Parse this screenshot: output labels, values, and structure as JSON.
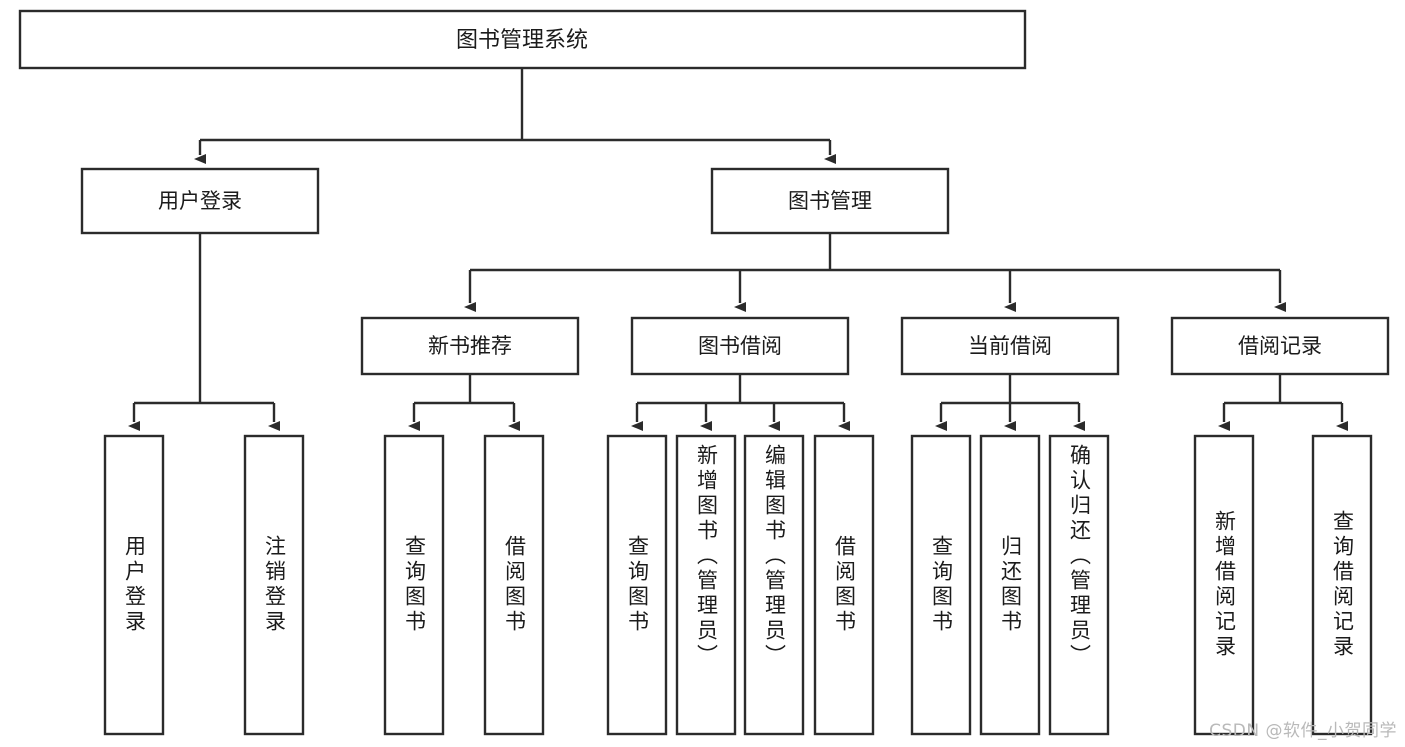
{
  "diagram": {
    "title": "图书管理系统",
    "watermark": "CSDN @软件_小贺同学",
    "colors": {
      "stroke": "#2b2b2b",
      "box_fill": "#ffffff",
      "text": "#1b1b1b",
      "watermark": "#b9b9b9",
      "background": "#ffffff"
    },
    "levels": {
      "root": {
        "label": "图书管理系统"
      },
      "level2": [
        {
          "label": "用户登录"
        },
        {
          "label": "图书管理"
        }
      ],
      "level3": [
        {
          "label": "新书推荐"
        },
        {
          "label": "图书借阅"
        },
        {
          "label": "当前借阅"
        },
        {
          "label": "借阅记录"
        }
      ],
      "leaves": [
        {
          "label": "用户登录",
          "parent": "用户登录"
        },
        {
          "label": "注销登录",
          "parent": "用户登录"
        },
        {
          "label": "查询图书",
          "parent": "新书推荐"
        },
        {
          "label": "借阅图书",
          "parent": "新书推荐"
        },
        {
          "label": "查询图书",
          "parent": "图书借阅"
        },
        {
          "label": "新增图书（管理员）",
          "parent": "图书借阅"
        },
        {
          "label": "编辑图书（管理员）",
          "parent": "图书借阅"
        },
        {
          "label": "借阅图书",
          "parent": "图书借阅"
        },
        {
          "label": "查询图书",
          "parent": "当前借阅"
        },
        {
          "label": "归还图书",
          "parent": "当前借阅"
        },
        {
          "label": "确认归还（管理员）",
          "parent": "当前借阅"
        },
        {
          "label": "新增借阅记录",
          "parent": "借阅记录"
        },
        {
          "label": "查询借阅记录",
          "parent": "借阅记录"
        }
      ]
    }
  }
}
